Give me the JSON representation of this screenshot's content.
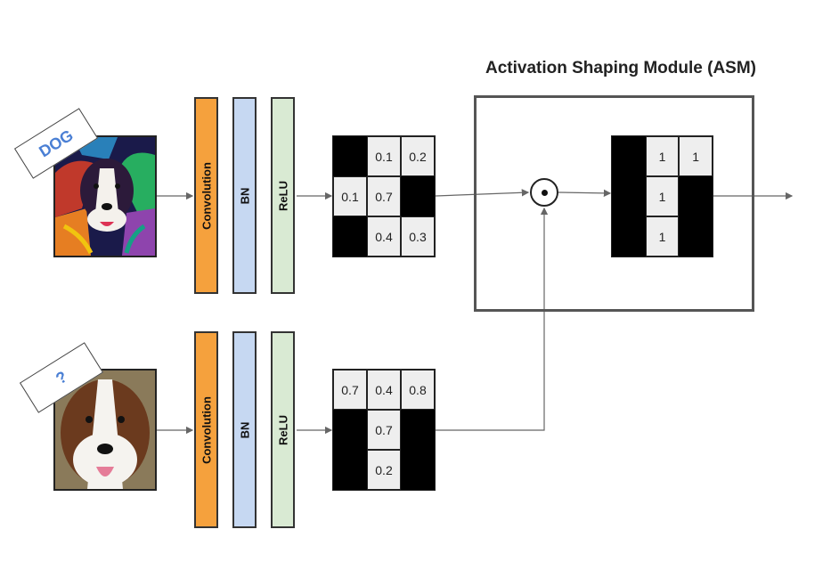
{
  "title": "Activation Shaping Module (ASM)",
  "top_branch": {
    "tag": "DOG",
    "layers": [
      "Convolution",
      "BN",
      "ReLU"
    ],
    "grid": [
      [
        "",
        "0.1",
        "0.2"
      ],
      [
        "0.1",
        "0.7",
        ""
      ],
      [
        "",
        "0.4",
        "0.3"
      ]
    ]
  },
  "bottom_branch": {
    "tag": "?",
    "layers": [
      "Convolution",
      "BN",
      "ReLU"
    ],
    "grid": [
      [
        "0.7",
        "0.4",
        "0.8"
      ],
      [
        "",
        "0.7",
        ""
      ],
      [
        "",
        "0.2",
        ""
      ]
    ]
  },
  "asm_output_grid": [
    [
      "",
      "1",
      "1"
    ],
    [
      "",
      "1",
      ""
    ],
    [
      "",
      "1",
      ""
    ]
  ],
  "operator_icon": "hadamard-product-icon",
  "colors": {
    "convolution": "#f5a13d",
    "bn": "#c6d8f2",
    "relu": "#d9ead3",
    "tag_text": "#4a7fd4"
  }
}
